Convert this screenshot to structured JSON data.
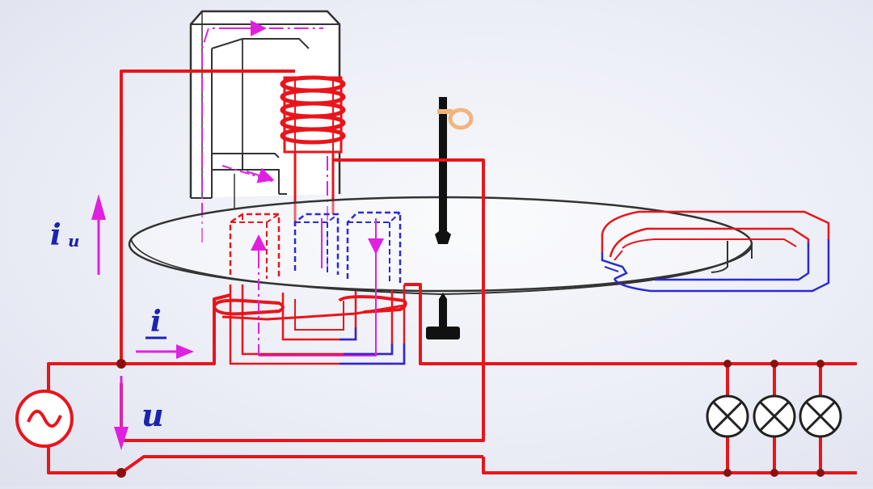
{
  "labels": {
    "voltage_coil_current": "i",
    "voltage_coil_current_sub": "u",
    "load_current": "i",
    "voltage": "u"
  },
  "colors": {
    "wire": "#e8151b",
    "flux": "#e020e0",
    "flux_blue": "#2a2ad6",
    "outline": "#333333",
    "label_blue": "#1a24b0"
  },
  "icons": {
    "source": "ac-source-icon",
    "lamp": "lamp-icon"
  }
}
